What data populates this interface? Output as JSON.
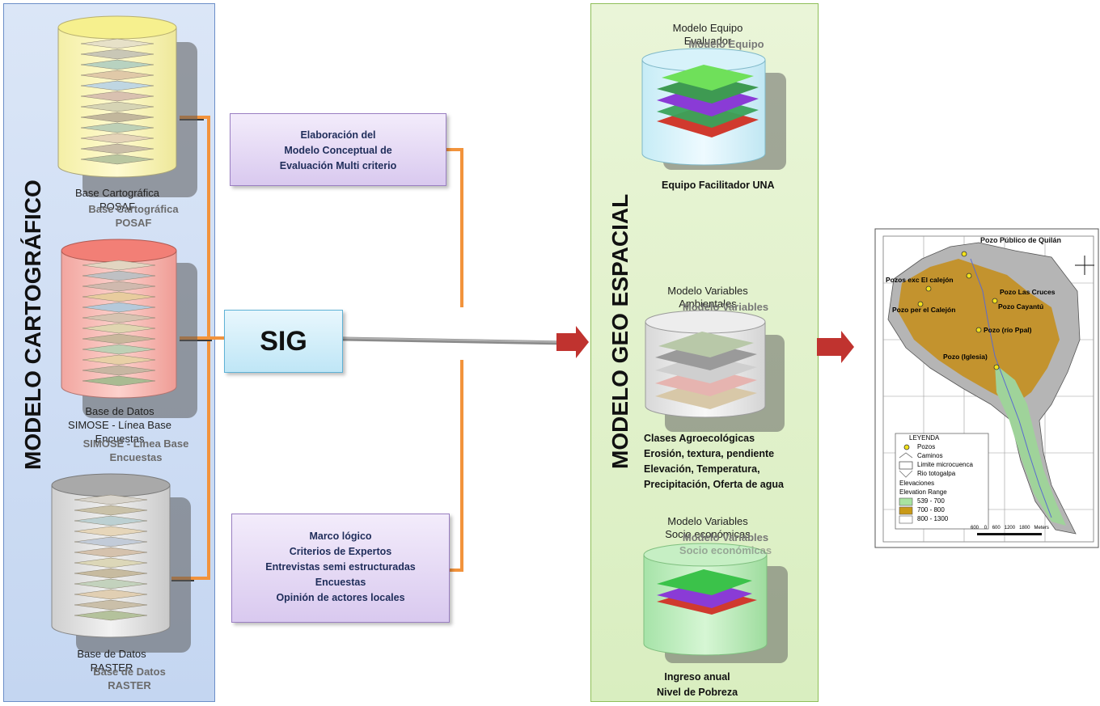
{
  "left_panel": {
    "title": "MODELO CARTOGRÁFICO",
    "db1": {
      "line1": "Base Cartográfica",
      "line2": "POSAF",
      "ghost1": "Base Cartográfica",
      "ghost2": "POSAF"
    },
    "db2": {
      "line1": "Base de Datos",
      "line2": "SIMOSE - Línea Base",
      "line3": "Encuestas",
      "ghost1": "SIMOSE - Línea Base",
      "ghost2": "Encuestas"
    },
    "db3": {
      "line1": "Base de Datos",
      "line2": "RASTER",
      "ghost1": "Base de Datos",
      "ghost2": "RASTER"
    }
  },
  "boxes": {
    "top": [
      "Elaboración del",
      "Modelo Conceptual de",
      "Evaluación Multi criterio"
    ],
    "bottom": [
      "Marco lógico",
      "Criterios de Expertos",
      "Entrevistas semi  estructuradas",
      "Encuestas",
      "Opinión de actores locales"
    ],
    "sig": "SIG"
  },
  "right_panel": {
    "title": "MODELO GEO ESPACIAL",
    "m1": {
      "title1": "Modelo Equipo",
      "title2": "Evaluador",
      "ghost": "Modelo Equipo",
      "label": "Equipo Facilitador UNA"
    },
    "m2": {
      "title1": "Modelo Variables",
      "title2": "Ambientales",
      "ghost": "Modelo Variables",
      "lines": [
        "Clases Agroecológicas",
        "Erosión, textura, pendiente",
        "Elevación, Temperatura,",
        "Precipitación, Oferta de agua"
      ]
    },
    "m3": {
      "title1": "Modelo Variables",
      "title2": "Socio económicas",
      "ghost": "Modelo Variables",
      "ghost2": "Socio económicas",
      "lines": [
        "Ingreso anual",
        "Nivel de Pobreza"
      ]
    }
  },
  "map": {
    "title": "Pozo Público de Quilán",
    "labels": [
      "Pozos exc El calejón",
      "Pozo Las Cruces",
      "Pozo per el Calejón",
      "Pozo Cayantú",
      "Pozo (río Ppal)",
      "Pozo  (Iglesia)"
    ],
    "legend": {
      "title": "LEYENDA",
      "items": [
        "Pozos",
        "Caminos",
        "Limite microcuenca",
        "Rio totogalpa",
        "Elevaciones",
        "Elevation Range"
      ],
      "ranges": [
        {
          "label": "539 - 700",
          "color": "#a8e3a0"
        },
        {
          "label": "700 - 800",
          "color": "#c99a18"
        },
        {
          "label": "800 - 1300",
          "color": "#ffffff"
        }
      ]
    },
    "scale": [
      "600",
      "0",
      "600",
      "1200",
      "1800",
      "Meters"
    ],
    "colors": {
      "low": "#9fd39a",
      "mid": "#c48f1f",
      "high": "#b9b9b9"
    }
  }
}
